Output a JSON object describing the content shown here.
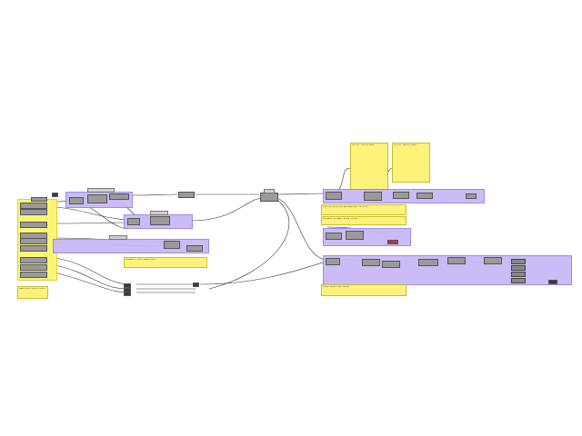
{
  "canvas": {
    "background": "#ffffff",
    "group_color": "#c9b8f7",
    "note_color": "#fff27a"
  },
  "notes": {
    "note_a": "Model:Mesh Grid\nreflects all params etc",
    "note_b": "Parameter: mesh subdivision...",
    "note_c": "Find the direction perpendicular to curve...",
    "note_d": "Evaluates distance along surface...",
    "note_e": "Output points and values...",
    "note_f": "List of vectors data",
    "note_g": "List of vectors data 2"
  },
  "icons": {
    "slider": "slider-icon",
    "panel": "panel-icon",
    "component": "component-icon"
  }
}
